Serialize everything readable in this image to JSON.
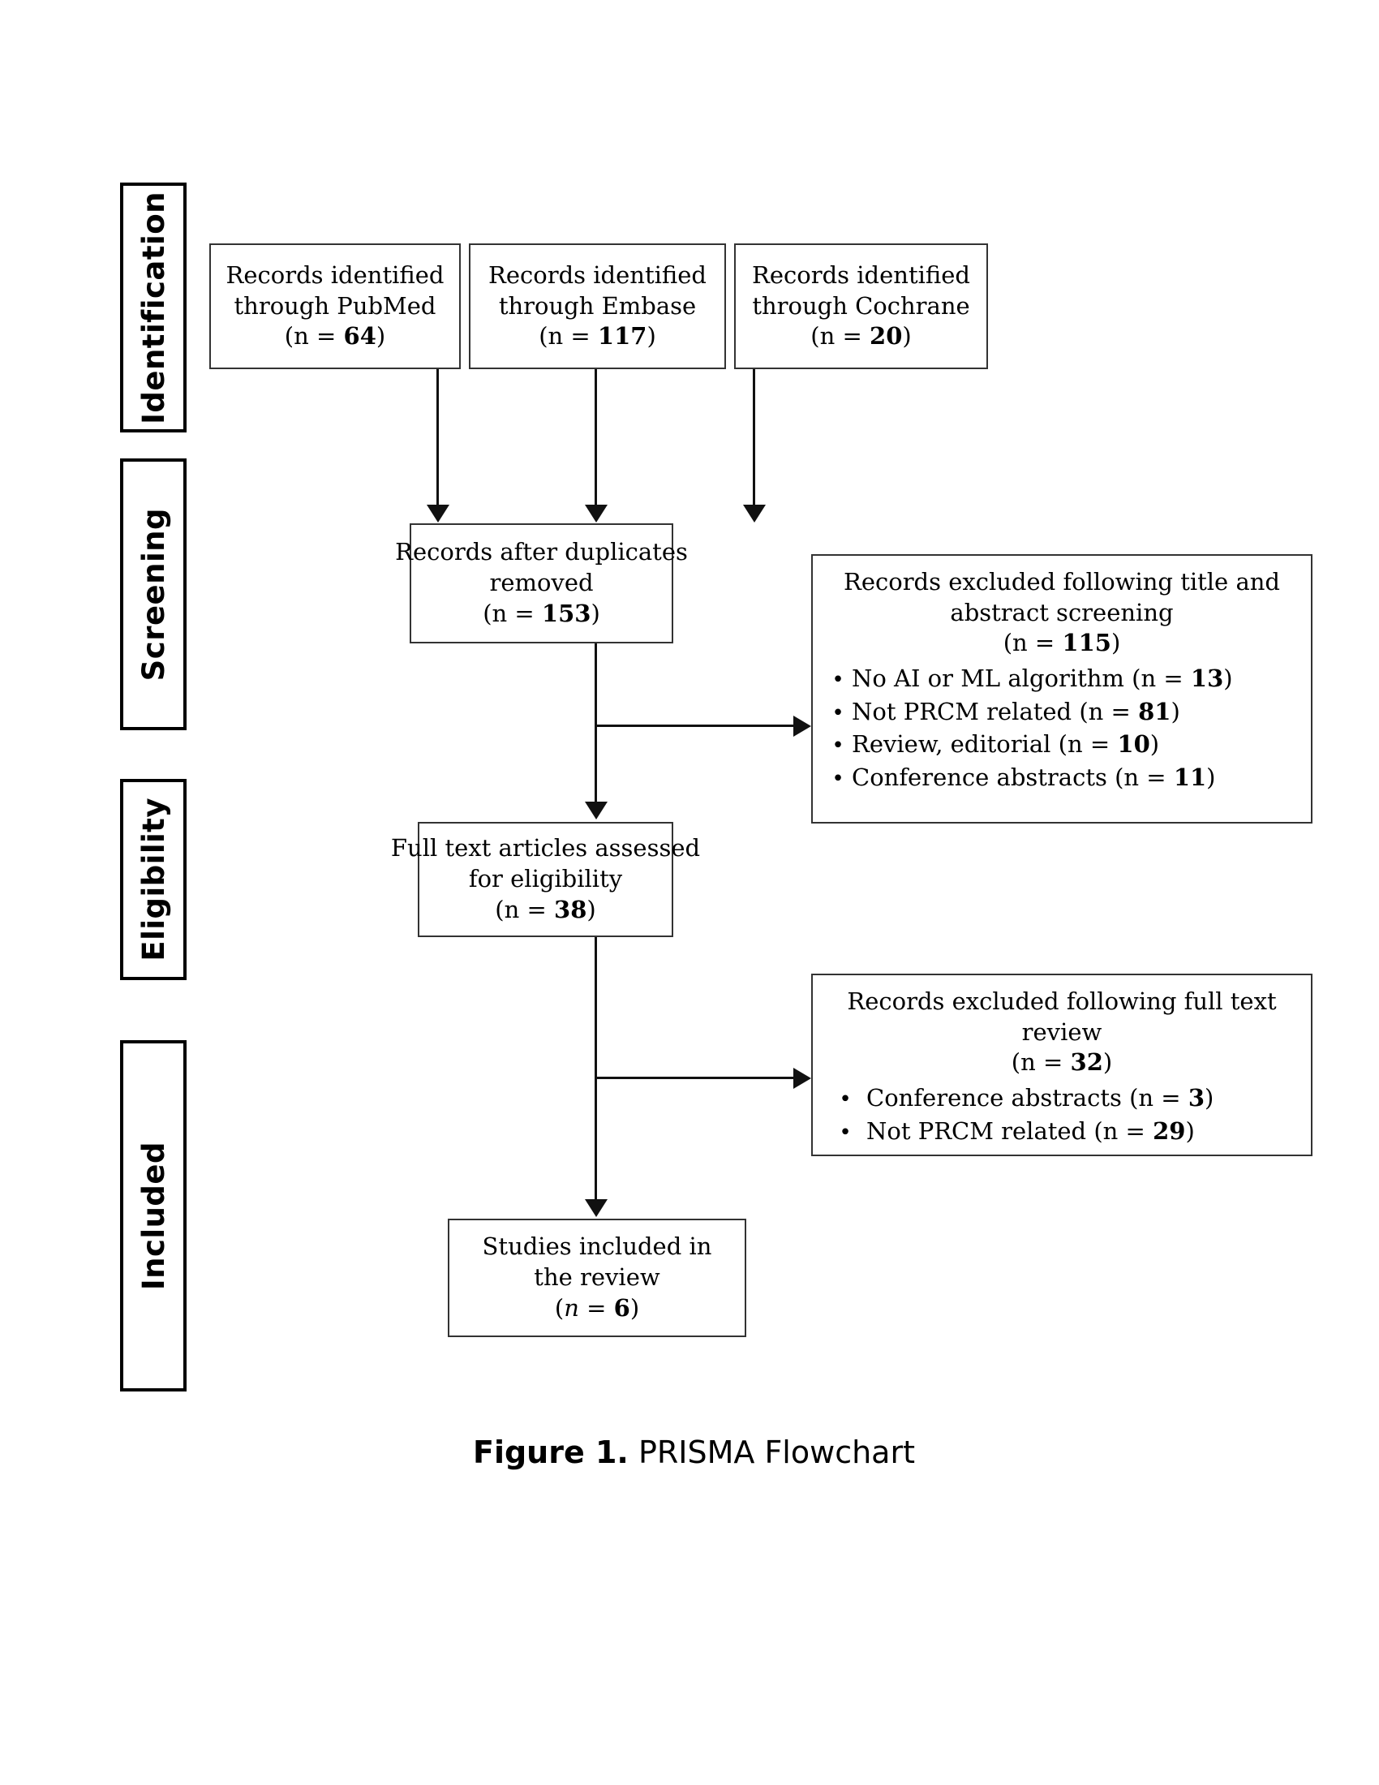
{
  "figure": {
    "caption_bold": "Figure 1.",
    "caption_rest": " PRISMA Flowchart"
  },
  "stages": [
    {
      "label": "Identification"
    },
    {
      "label": "Screening"
    },
    {
      "label": "Eligibility"
    },
    {
      "label": "Included"
    }
  ],
  "sources": [
    {
      "line1": "Records identified",
      "line2": "through PubMed",
      "n_prefix": "(n = ",
      "n_value": "64",
      "n_suffix": ")"
    },
    {
      "line1": "Records identified",
      "line2": "through Embase",
      "n_prefix": "(n = ",
      "n_value": "117",
      "n_suffix": ")"
    },
    {
      "line1": "Records identified",
      "line2": "through Cochrane",
      "n_prefix": "(n = ",
      "n_value": "20",
      "n_suffix": ")"
    }
  ],
  "duplicates_box": {
    "line1": "Records after duplicates",
    "line2": "removed",
    "n_prefix": "(n = ",
    "n_value": "153",
    "n_suffix": ")"
  },
  "excluded_screening": {
    "line1": "Records excluded following title and",
    "line2": "abstract screening",
    "n_prefix": "(n = ",
    "n_value": "115",
    "n_suffix": ")",
    "bullet_glyph": "•",
    "items": [
      {
        "text": "No AI or ML algorithm (n = ",
        "value": "13",
        "suffix": ")"
      },
      {
        "text": "Not PRCM related (n = ",
        "value": "81",
        "suffix": ")"
      },
      {
        "text": "Review, editorial (n = ",
        "value": "10",
        "suffix": ")"
      },
      {
        "text": "Conference abstracts (n = ",
        "value": "11",
        "suffix": ")"
      }
    ]
  },
  "fulltext_box": {
    "line1": "Full text articles assessed",
    "line2": "for eligibility",
    "n_prefix": "(n = ",
    "n_value": "38",
    "n_suffix": ")"
  },
  "excluded_fulltext": {
    "line1": "Records excluded following full text",
    "line2": "review",
    "n_prefix": "(n = ",
    "n_value": "32",
    "n_suffix": ")",
    "bullet_glyph": "•",
    "items": [
      {
        "text": "Conference abstracts (n = ",
        "value": "3",
        "suffix": ")"
      },
      {
        "text": "Not PRCM related (n = ",
        "value": "29",
        "suffix": ")"
      }
    ]
  },
  "included_box": {
    "line1": "Studies included in",
    "line2": "the review",
    "n_open": "(",
    "n_italic": "n",
    "n_eq": " = ",
    "n_value": "6",
    "n_suffix": ")"
  },
  "colors": {
    "box_border": "#333333",
    "stage_border": "#000000",
    "connector": "#111111",
    "background": "#ffffff",
    "text": "#000000"
  }
}
